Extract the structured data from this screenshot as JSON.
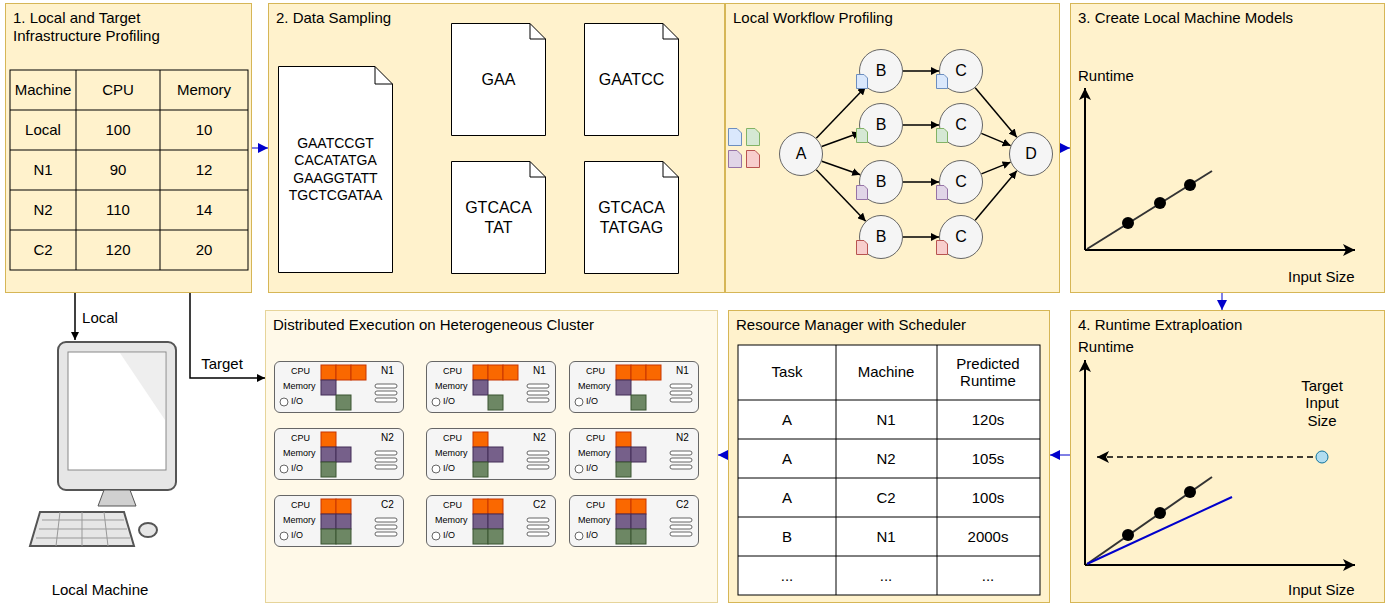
{
  "diagram": {
    "nodes": [
      {
        "text": [
          "1. Local and Target Infrastructure Profiling"
        ]
      },
      {
        "text": [
          "2. Data Sampling"
        ]
      },
      {
        "text": [
          "GAATCCGT CACATATGA GAAGGTATT TGCTCGATAA"
        ],
        "in": 1
      },
      {
        "text": [
          "GAA"
        ],
        "in": 1
      },
      {
        "text": [
          "GAATCC"
        ],
        "in": 1
      },
      {
        "text": [
          "GTCACA TAT"
        ],
        "in": 1
      },
      {
        "text": [
          "GTCACA TATGAG"
        ],
        "in": 1
      },
      {
        "text": [
          "Local Workflow Profiling"
        ]
      },
      {
        "text": [
          "A"
        ],
        "in": 7
      },
      {
        "text": [
          "B"
        ],
        "in": 7
      },
      {
        "text": [
          "C"
        ],
        "in": 7
      },
      {
        "text": [
          "B"
        ],
        "in": 7
      },
      {
        "text": [
          "C"
        ],
        "in": 7
      },
      {
        "text": [
          "B"
        ],
        "in": 7
      },
      {
        "text": [
          "C"
        ],
        "in": 7
      },
      {
        "text": [
          "B"
        ],
        "in": 7
      },
      {
        "text": [
          "C"
        ],
        "in": 7
      },
      {
        "text": [
          "D"
        ],
        "in": 7
      },
      {
        "text": [
          "3. Create Local Machine Models"
        ]
      },
      {
        "text": [
          "Local Machine"
        ]
      },
      {
        "text": [
          "Distributed Execution on Heterogeneous Cluster"
        ]
      },
      {
        "text": [
          "CPU",
          "N1",
          "Memory",
          "I/O"
        ],
        "in": 20
      },
      {
        "text": [
          "CPU",
          "N1",
          "Memory",
          "I/O"
        ],
        "in": 20
      },
      {
        "text": [
          "CPU",
          "N1",
          "Memory",
          "I/O"
        ],
        "in": 20
      },
      {
        "text": [
          "CPU",
          "N2",
          "Memory",
          "I/O"
        ],
        "in": 20
      },
      {
        "text": [
          "CPU",
          "N2",
          "Memory",
          "I/O"
        ],
        "in": 20
      },
      {
        "text": [
          "CPU",
          "N2",
          "Memory",
          "I/O"
        ],
        "in": 20
      },
      {
        "text": [
          "CPU",
          "C2",
          "Memory",
          "I/O"
        ],
        "in": 20
      },
      {
        "text": [
          "CPU",
          "C2",
          "Memory",
          "I/O"
        ],
        "in": 20
      },
      {
        "text": [
          "CPU",
          "C2",
          "Memory",
          "I/O"
        ],
        "in": 20
      },
      {
        "text": [
          "Resource Manager with Scheduler"
        ]
      },
      {
        "text": [
          "4. Runtime Extraploation"
        ]
      }
    ],
    "edges": [
      {
        "from": 0,
        "to": 1,
        "arrow": "to"
      },
      {
        "from": 7,
        "to": 18,
        "arrow": "to"
      },
      {
        "from": 18,
        "to": 31,
        "arrow": "to"
      },
      {
        "from": 31,
        "to": 30,
        "arrow": "to"
      },
      {
        "from": 30,
        "to": 20,
        "arrow": "to"
      },
      {
        "from": 0,
        "to": 19,
        "label": "Local",
        "arrow": "to"
      },
      {
        "from": 0,
        "to": 20,
        "label": "Target",
        "arrow": "to"
      },
      {
        "from": 8,
        "to": 9,
        "arrow": "to"
      },
      {
        "from": 8,
        "to": 11,
        "arrow": "to"
      },
      {
        "from": 8,
        "to": 13,
        "arrow": "to"
      },
      {
        "from": 8,
        "to": 15,
        "arrow": "to"
      },
      {
        "from": 9,
        "to": 10,
        "arrow": "to"
      },
      {
        "from": 11,
        "to": 12,
        "arrow": "to"
      },
      {
        "from": 13,
        "to": 14,
        "arrow": "to"
      },
      {
        "from": 15,
        "to": 16,
        "arrow": "to"
      },
      {
        "from": 10,
        "to": 17,
        "arrow": "to"
      },
      {
        "from": 12,
        "to": 17,
        "arrow": "to"
      },
      {
        "from": 14,
        "to": 17,
        "arrow": "to"
      },
      {
        "from": 16,
        "to": 17,
        "arrow": "to"
      }
    ],
    "labels": [
      "Machine",
      "CPU",
      "Memory",
      "Local",
      "100",
      "10",
      "N1",
      "90",
      "12",
      "N2",
      "110",
      "14",
      "C2",
      "120",
      "20",
      "Runtime",
      "Input Size",
      "Runtime",
      "Target Input Size",
      "Input Size",
      "Task",
      "Machine",
      "Predicted Runtime",
      "A",
      "N1",
      "120s",
      "A",
      "N2",
      "105s",
      "A",
      "C2",
      "100s",
      "B",
      "N1",
      "2000s",
      "...",
      "...",
      "..."
    ]
  }
}
